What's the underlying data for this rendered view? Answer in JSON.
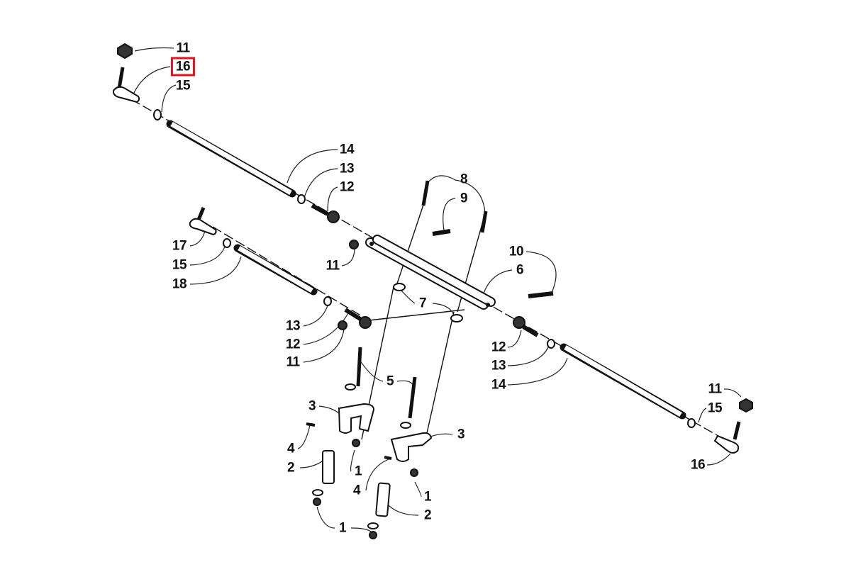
{
  "diagram": {
    "title": "Steering linkage exploded parts diagram",
    "highlight_color": "#e0141e",
    "highlighted_callout": "16",
    "callouts": [
      "11",
      "16",
      "15",
      "14",
      "13",
      "12",
      "8",
      "9",
      "11",
      "17",
      "15",
      "18",
      "10",
      "6",
      "7",
      "13",
      "12",
      "11",
      "12",
      "13",
      "14",
      "5",
      "3",
      "4",
      "2",
      "1",
      "4",
      "3",
      "1",
      "2",
      "1",
      "11",
      "15",
      "16"
    ]
  }
}
